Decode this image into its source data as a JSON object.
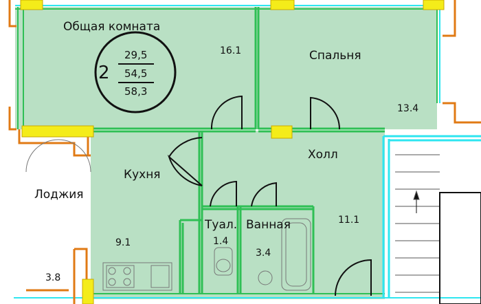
{
  "apartment": {
    "rooms_count": "2",
    "area_living": "29,5",
    "area_total": "54,5",
    "area_with_loggia": "58,3"
  },
  "rooms": {
    "living_room": {
      "name": "Общая комната",
      "area": "16.1"
    },
    "bedroom": {
      "name": "Спальня",
      "area": "13.4"
    },
    "kitchen": {
      "name": "Кухня",
      "area": "9.1"
    },
    "hall": {
      "name": "Холл",
      "area": "11.1"
    },
    "loggia": {
      "name": "Лоджия",
      "area": "3.8"
    },
    "toilet": {
      "name": "Туал.",
      "area": "1.4"
    },
    "bathroom": {
      "name": "Ванная",
      "area": "3.4"
    }
  },
  "colors": {
    "room_fill": "#b9e0c4",
    "loggia_fill": "#ffffff",
    "wall_green": "#2fbf55",
    "wall_cyan": "#2ee6f0",
    "outline_orange": "#e07a14",
    "window_yellow": "#f4ec1a",
    "line_dark": "#111111"
  }
}
